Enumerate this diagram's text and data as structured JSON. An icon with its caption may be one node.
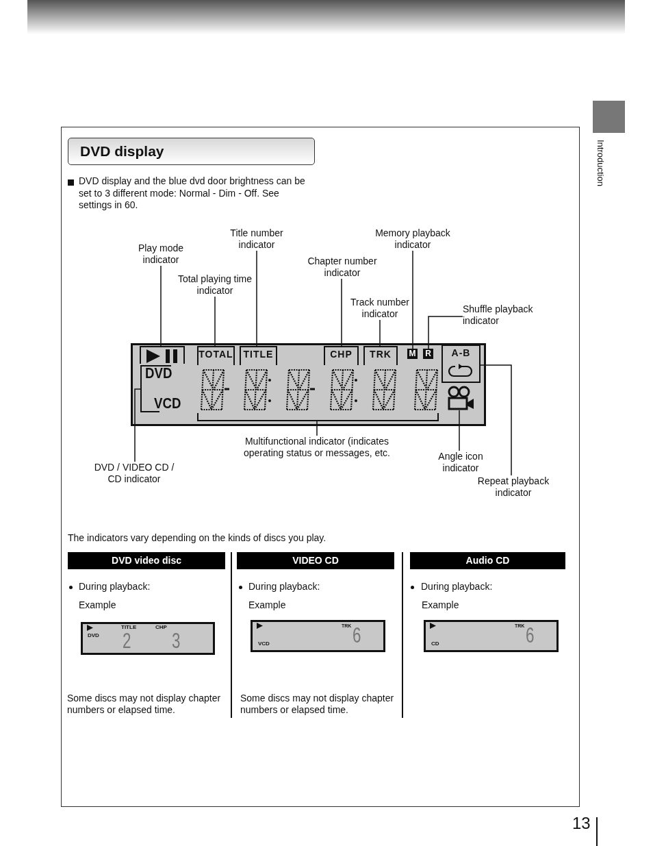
{
  "diagram": {
    "title": "DVD display",
    "nodes": [
      {
        "text": [
          "Play mode indicator"
        ]
      },
      {
        "text": [
          "Title number indicator"
        ]
      },
      {
        "text": [
          "Total playing time indicator"
        ]
      },
      {
        "text": [
          "Chapter number indicator"
        ]
      },
      {
        "text": [
          "Memory playback indicator"
        ]
      },
      {
        "text": [
          "Track number indicator"
        ]
      },
      {
        "text": [
          "Shuffle playback indicator"
        ]
      },
      {
        "text": [
          "Multifunctional indicator (indicates operating status or messages, etc."
        ]
      },
      {
        "text": [
          "DVD / VIDEO CD / CD indicator"
        ]
      },
      {
        "text": [
          "Angle icon indicator"
        ]
      },
      {
        "text": [
          "Repeat playback indicator"
        ]
      },
      {
        "text": [],
        "shape": "box"
      },
      {
        "text": [],
        "shape": "bracket",
        "in": 11
      },
      {
        "text": [
          "TOTAL"
        ],
        "in": 11
      },
      {
        "text": [
          "TITLE"
        ],
        "in": 11
      },
      {
        "text": [
          "CHP"
        ],
        "in": 11
      },
      {
        "text": [
          "TRK"
        ],
        "in": 11
      },
      {
        "text": [
          "M"
        ],
        "in": 11
      },
      {
        "text": [
          "R"
        ],
        "in": 11
      },
      {
        "text": [
          "A-B"
        ],
        "in": 11
      },
      {
        "text": [
          "DVD",
          "VCD"
        ],
        "in": 11
      },
      {
        "text": [],
        "shape": "bracket",
        "in": 11
      },
      {
        "text": [],
        "shape": "camera",
        "in": 11
      },
      {
        "text": [
          "DVD video disc"
        ]
      },
      {
        "text": [
          "VIDEO CD"
        ]
      },
      {
        "text": [
          "Audio CD"
        ]
      },
      {
        "text": [
          "TITLE",
          "CHP",
          "DVD",
          "2",
          "3"
        ]
      },
      {
        "text": [
          "TRK",
          "VCD",
          "6"
        ]
      },
      {
        "text": [
          "TRK",
          "CD",
          "6"
        ]
      }
    ],
    "edges": [
      {
        "from": 0,
        "to": 12,
        "arrow": "none"
      },
      {
        "from": 2,
        "to": 13,
        "arrow": "none"
      },
      {
        "from": 1,
        "to": 14,
        "arrow": "none"
      },
      {
        "from": 3,
        "to": 15,
        "arrow": "none"
      },
      {
        "from": 5,
        "to": 16,
        "arrow": "none"
      },
      {
        "from": 4,
        "to": 17,
        "arrow": "none"
      },
      {
        "from": 6,
        "to": 18,
        "arrow": "none"
      },
      {
        "from": 7,
        "to": 21,
        "arrow": "none"
      },
      {
        "from": 8,
        "to": 20,
        "arrow": "none"
      },
      {
        "from": 9,
        "to": 22,
        "arrow": "none"
      },
      {
        "from": 10,
        "to": 19,
        "arrow": "none"
      }
    ],
    "labels": [
      "Introduction",
      "DVD display and the blue dvd door brightness can be set to 3 different mode:  Normal - Dim - Off. See settings in 60.",
      "The indicators vary depending on the kinds of discs you play.",
      "During playback:",
      "Example",
      "During playback:",
      "Example",
      "During playback:",
      "Example",
      "Some discs may not display chapter numbers or elapsed time.",
      "Some discs may not display chapter numbers or elapsed time.",
      "13"
    ]
  }
}
